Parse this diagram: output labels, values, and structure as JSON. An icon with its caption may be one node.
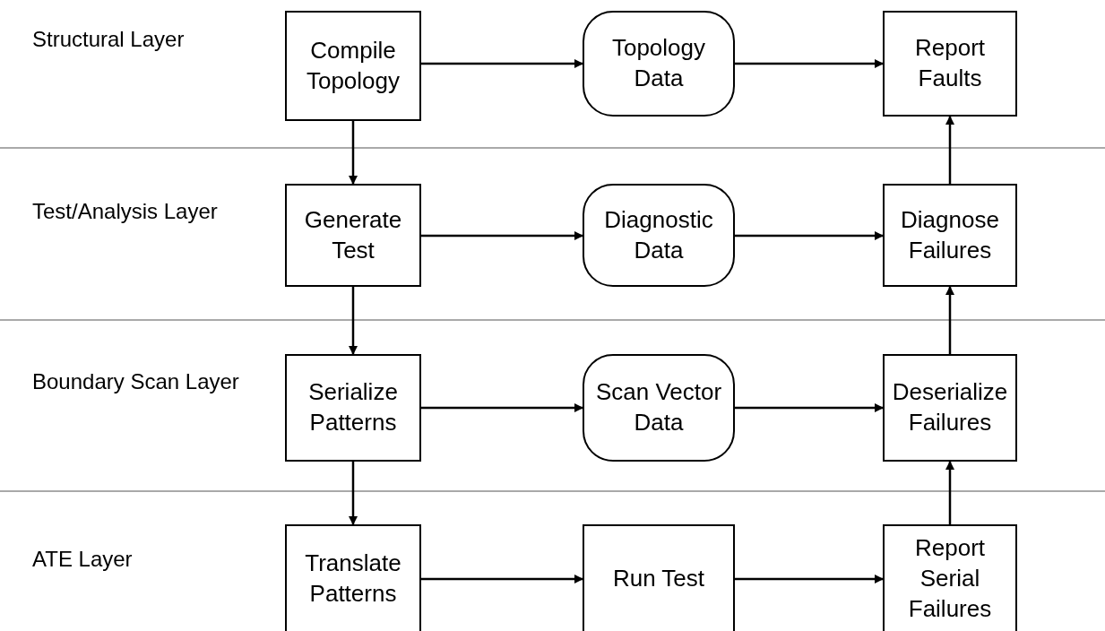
{
  "diagram": {
    "nodes": [
      {
        "text": [
          "Compile Topology"
        ]
      },
      {
        "text": [
          "Topology Data"
        ]
      },
      {
        "text": [
          "Report Faults"
        ]
      },
      {
        "text": [
          "Generate Test"
        ]
      },
      {
        "text": [
          "Diagnostic Data"
        ]
      },
      {
        "text": [
          "Diagnose Failures"
        ]
      },
      {
        "text": [
          "Serialize Patterns"
        ]
      },
      {
        "text": [
          "Scan Vector Data"
        ]
      },
      {
        "text": [
          "Deserialize Failures"
        ]
      },
      {
        "text": [
          "Translate Patterns"
        ]
      },
      {
        "text": [
          "Run Test"
        ]
      },
      {
        "text": [
          "Report Serial Failures"
        ]
      }
    ],
    "edges": [
      {
        "from": 0,
        "to": 1,
        "arrow": "to"
      },
      {
        "from": 1,
        "to": 2,
        "arrow": "to"
      },
      {
        "from": 0,
        "to": 3,
        "arrow": "to"
      },
      {
        "from": 3,
        "to": 4,
        "arrow": "to"
      },
      {
        "from": 4,
        "to": 5,
        "arrow": "to"
      },
      {
        "from": 5,
        "to": 2,
        "arrow": "to"
      },
      {
        "from": 3,
        "to": 6,
        "arrow": "to"
      },
      {
        "from": 6,
        "to": 7,
        "arrow": "to"
      },
      {
        "from": 7,
        "to": 8,
        "arrow": "to"
      },
      {
        "from": 8,
        "to": 5,
        "arrow": "to"
      },
      {
        "from": 6,
        "to": 9,
        "arrow": "to"
      },
      {
        "from": 9,
        "to": 10,
        "arrow": "to"
      },
      {
        "from": 10,
        "to": 11,
        "arrow": "to"
      },
      {
        "from": 11,
        "to": 8,
        "arrow": "to"
      }
    ],
    "labels": [
      "Structural Layer",
      "Test/Analysis Layer",
      "Boundary Scan Layer",
      "ATE Layer"
    ]
  }
}
